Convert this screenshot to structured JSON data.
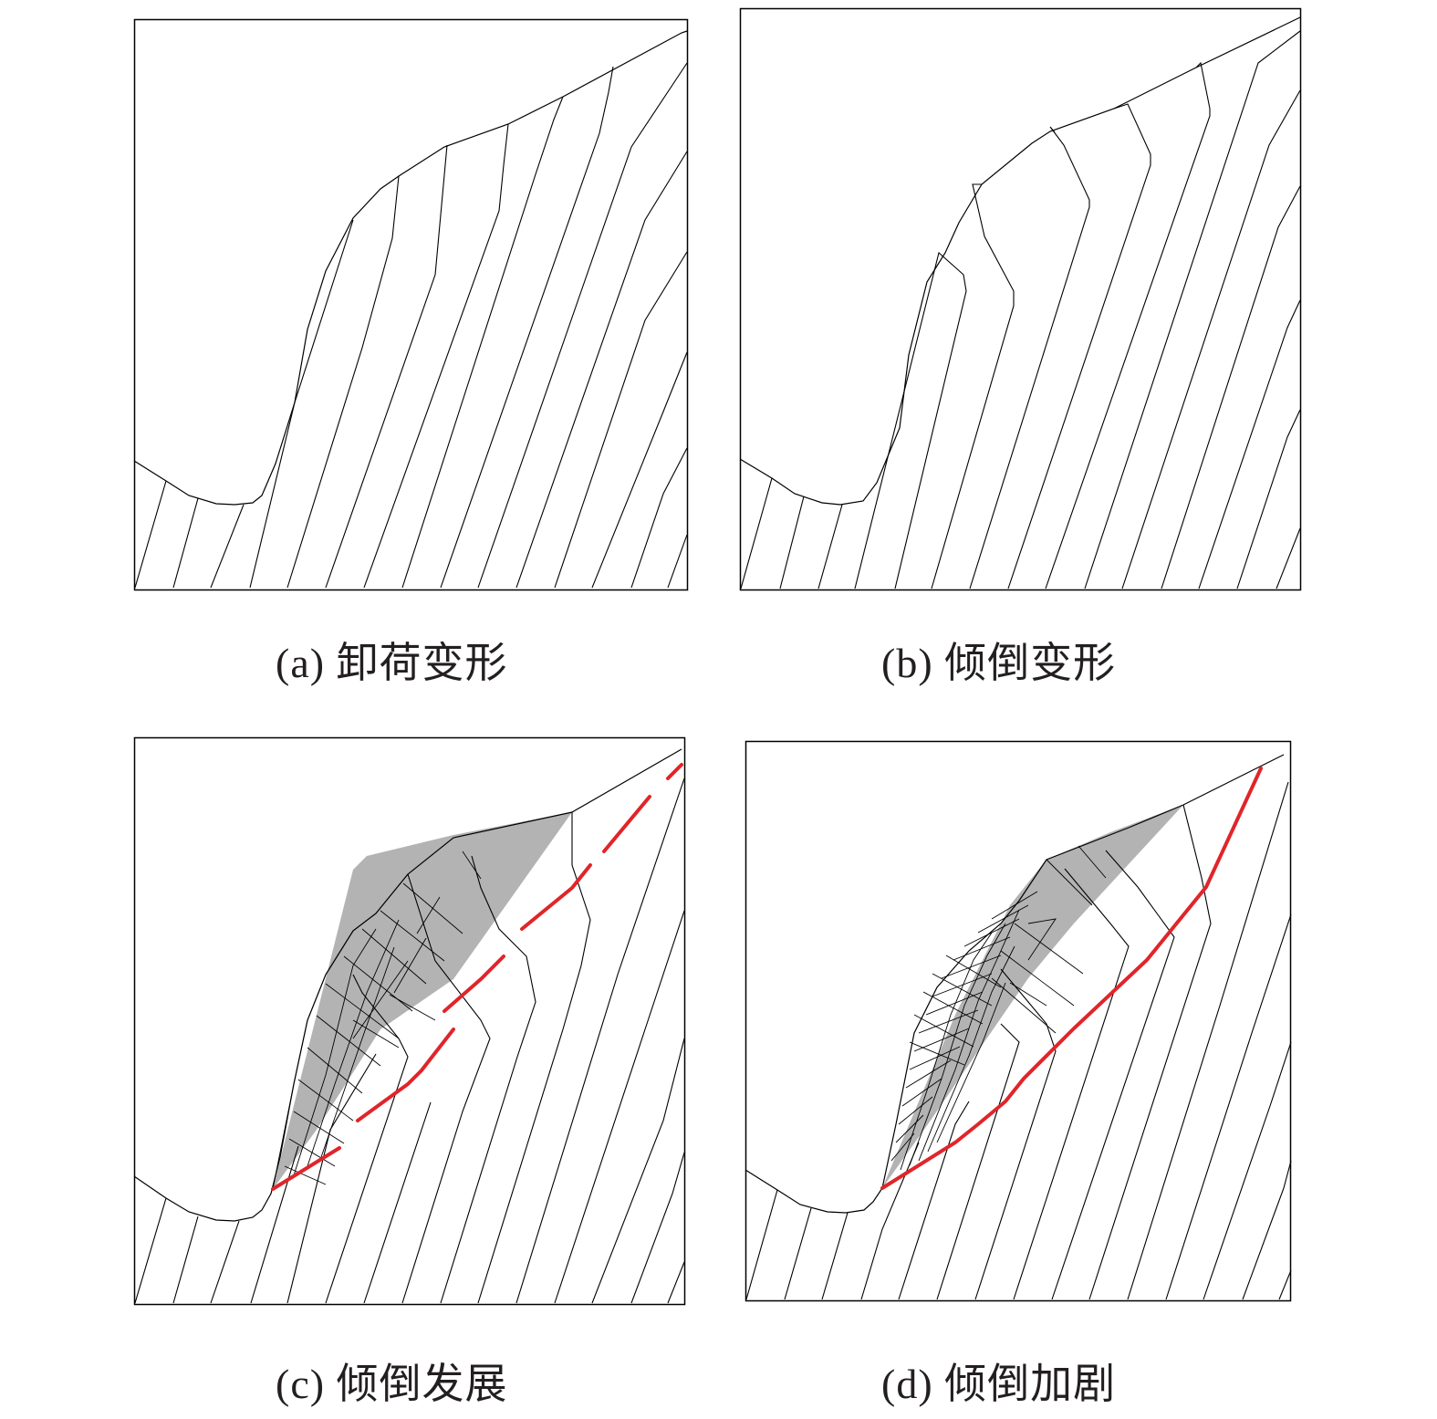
{
  "figure": {
    "panels": [
      {
        "id": "a",
        "caption": "(a) 卸荷变形",
        "stage": "unloading deformation"
      },
      {
        "id": "b",
        "caption": "(b) 倾倒变形",
        "stage": "toppling deformation"
      },
      {
        "id": "c",
        "caption": "(c) 倾倒发展",
        "stage": "toppling development"
      },
      {
        "id": "d",
        "caption": "(d) 倾倒加剧",
        "stage": "toppling intensification"
      }
    ],
    "colors": {
      "line": "#000000",
      "frame": "#000000",
      "shaded_zone": "#b3b3b3",
      "fracture": "#e0252a",
      "background": "#ffffff"
    },
    "legend_semantics": {
      "red_line": "fracture / sliding surface",
      "grey_zone": "toppled rock zone",
      "grid_zone": "fragmented zone"
    }
  }
}
